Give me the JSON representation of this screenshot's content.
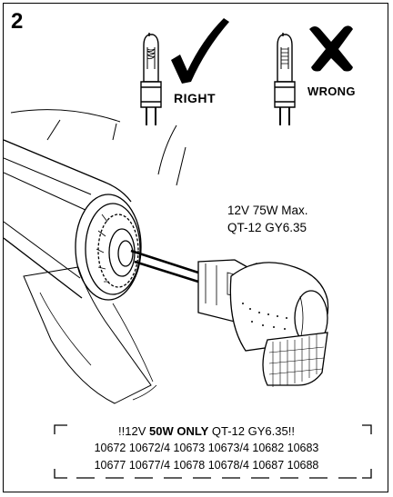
{
  "step_number": "2",
  "labels": {
    "right": "RIGHT",
    "wrong": "WRONG"
  },
  "spec": {
    "line1": "12V 75W Max.",
    "line2": "QT-12 GY6.35"
  },
  "notice": {
    "prefix": "!!12V ",
    "emphasis": "50W ONLY",
    "suffix": " QT-12 GY6.35!!",
    "models_row1": "10672 10672/4 10673 10673/4 10682 10683",
    "models_row2": "10677 10677/4 10678 10678/4 10687 10688"
  }
}
